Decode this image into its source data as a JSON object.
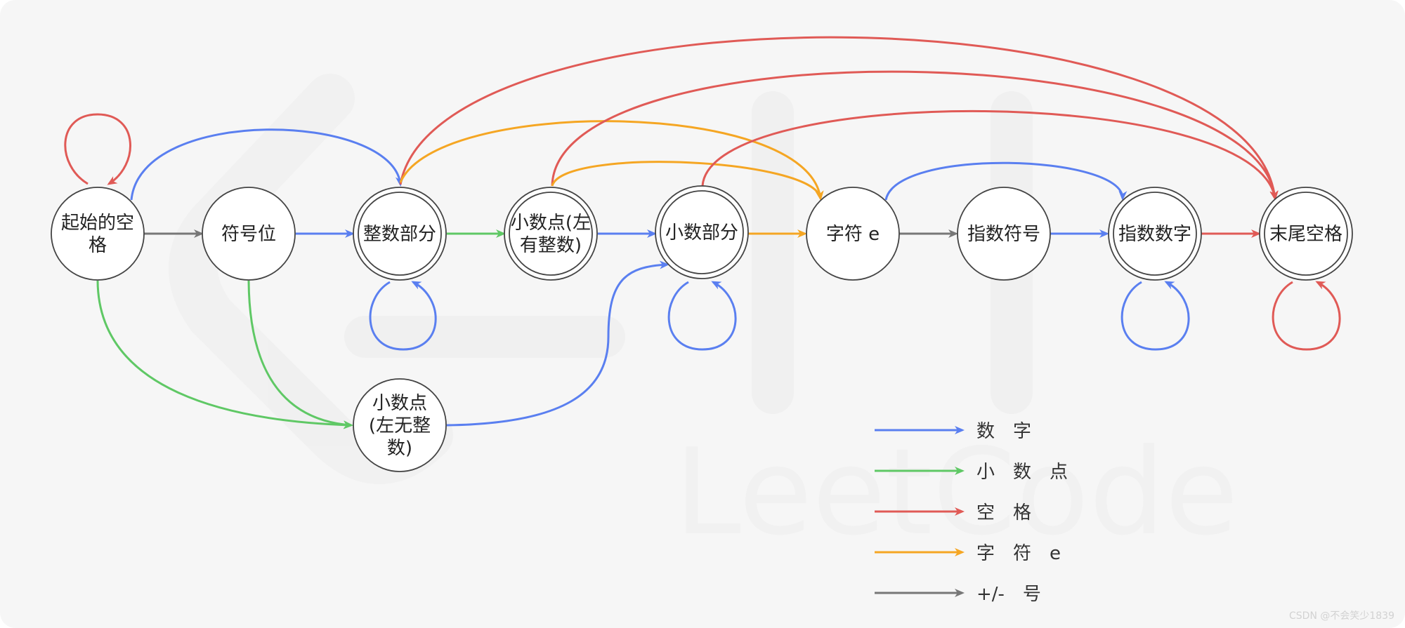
{
  "colors": {
    "digit": "#5a7ff0",
    "dot": "#5fc865",
    "space": "#e05a56",
    "e": "#f5a623",
    "sign": "#777777",
    "node_stroke": "#444444",
    "node_fill": "#ffffff",
    "background": "#f6f6f6"
  },
  "states": {
    "start_space": [
      "起始的空",
      "格"
    ],
    "sign": [
      "符号位"
    ],
    "int_part": [
      "整数部分"
    ],
    "dot_left_int": [
      "小数点(左",
      "有整数)"
    ],
    "frac_part": [
      "小数部分"
    ],
    "char_e": [
      "字符 e"
    ],
    "exp_sign": [
      "指数符号"
    ],
    "exp_digit": [
      "指数数字"
    ],
    "end_space": [
      "末尾空格"
    ],
    "dot_no_int": [
      "小数点",
      "(左无整",
      "数)"
    ]
  },
  "legend": [
    {
      "label": "数　字",
      "color": "digit"
    },
    {
      "label": "小　数　点",
      "color": "dot"
    },
    {
      "label": "空　格",
      "color": "space"
    },
    {
      "label": "字　符　e",
      "color": "e"
    },
    {
      "label": "+/-　号",
      "color": "sign"
    }
  ],
  "watermark": {
    "brand": "LeetCode",
    "credit": "CSDN @不会笑少1839"
  }
}
